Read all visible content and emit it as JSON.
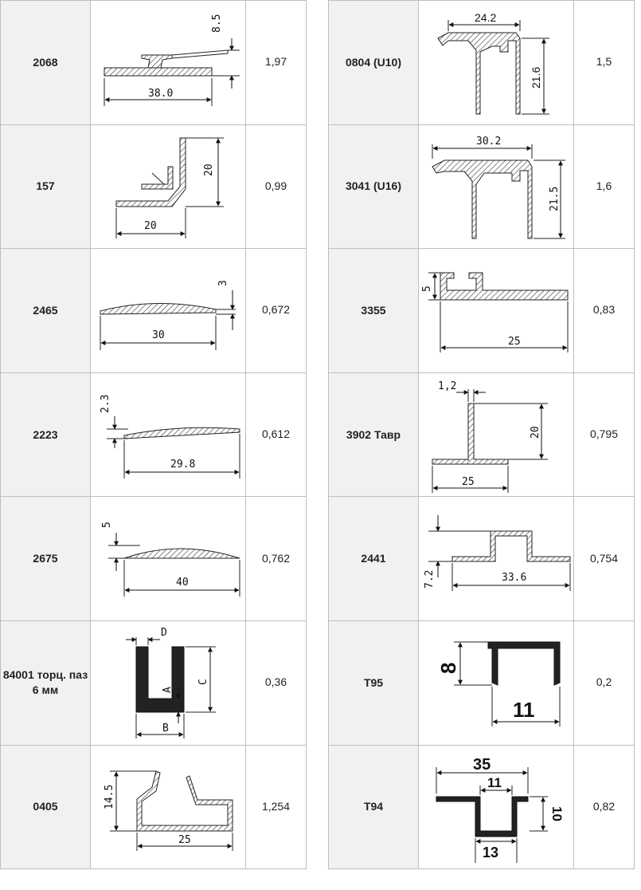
{
  "left": [
    {
      "code": "2068",
      "weight": "1,97",
      "dims": [
        "8.5",
        "38.0"
      ]
    },
    {
      "code": "157",
      "weight": "0,99",
      "dims": [
        "20",
        "20"
      ]
    },
    {
      "code": "2465",
      "weight": "0,672",
      "dims": [
        "3",
        "30"
      ]
    },
    {
      "code": "2223",
      "weight": "0,612",
      "dims": [
        "2.3",
        "29.8"
      ]
    },
    {
      "code": "2675",
      "weight": "0,762",
      "dims": [
        "5",
        "40"
      ]
    },
    {
      "code": "84001 торц. паз 6 мм",
      "weight": "0,36",
      "dims": [
        "D",
        "A",
        "C",
        "B"
      ]
    },
    {
      "code": "0405",
      "weight": "1,254",
      "dims": [
        "14.5",
        "25"
      ]
    }
  ],
  "right": [
    {
      "code": "0804 (U10)",
      "weight": "1,5",
      "dims": [
        "24.2",
        "21.6"
      ]
    },
    {
      "code": "3041 (U16)",
      "weight": "1,6",
      "dims": [
        "30.2",
        "21.5"
      ]
    },
    {
      "code": "3355",
      "weight": "0,83",
      "dims": [
        "5",
        "25"
      ]
    },
    {
      "code": "3902 Тавр",
      "weight": "0,795",
      "dims": [
        "1,2",
        "20",
        "25"
      ]
    },
    {
      "code": "2441",
      "weight": "0,754",
      "dims": [
        "7.2",
        "33.6"
      ]
    },
    {
      "code": "T95",
      "weight": "0,2",
      "dims": [
        "8",
        "11"
      ]
    },
    {
      "code": "T94",
      "weight": "0,82",
      "dims": [
        "35",
        "11",
        "10",
        "13"
      ]
    }
  ]
}
